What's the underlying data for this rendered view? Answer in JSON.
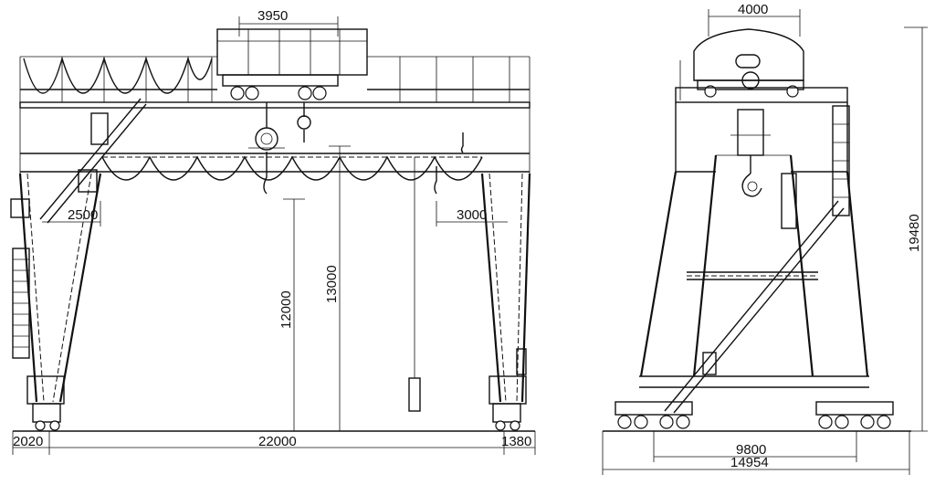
{
  "front_view": {
    "trolley_width": "3950",
    "left_cantilever": "2500",
    "right_cantilever": "3000",
    "lifting_height_main": "12000",
    "lifting_height_aux": "13000",
    "span": "22000",
    "left_outreach": "2020",
    "right_outreach": "1380"
  },
  "side_view": {
    "trolley_width": "4000",
    "total_height": "19480",
    "wheel_base": "9800",
    "total_width": "14954"
  }
}
